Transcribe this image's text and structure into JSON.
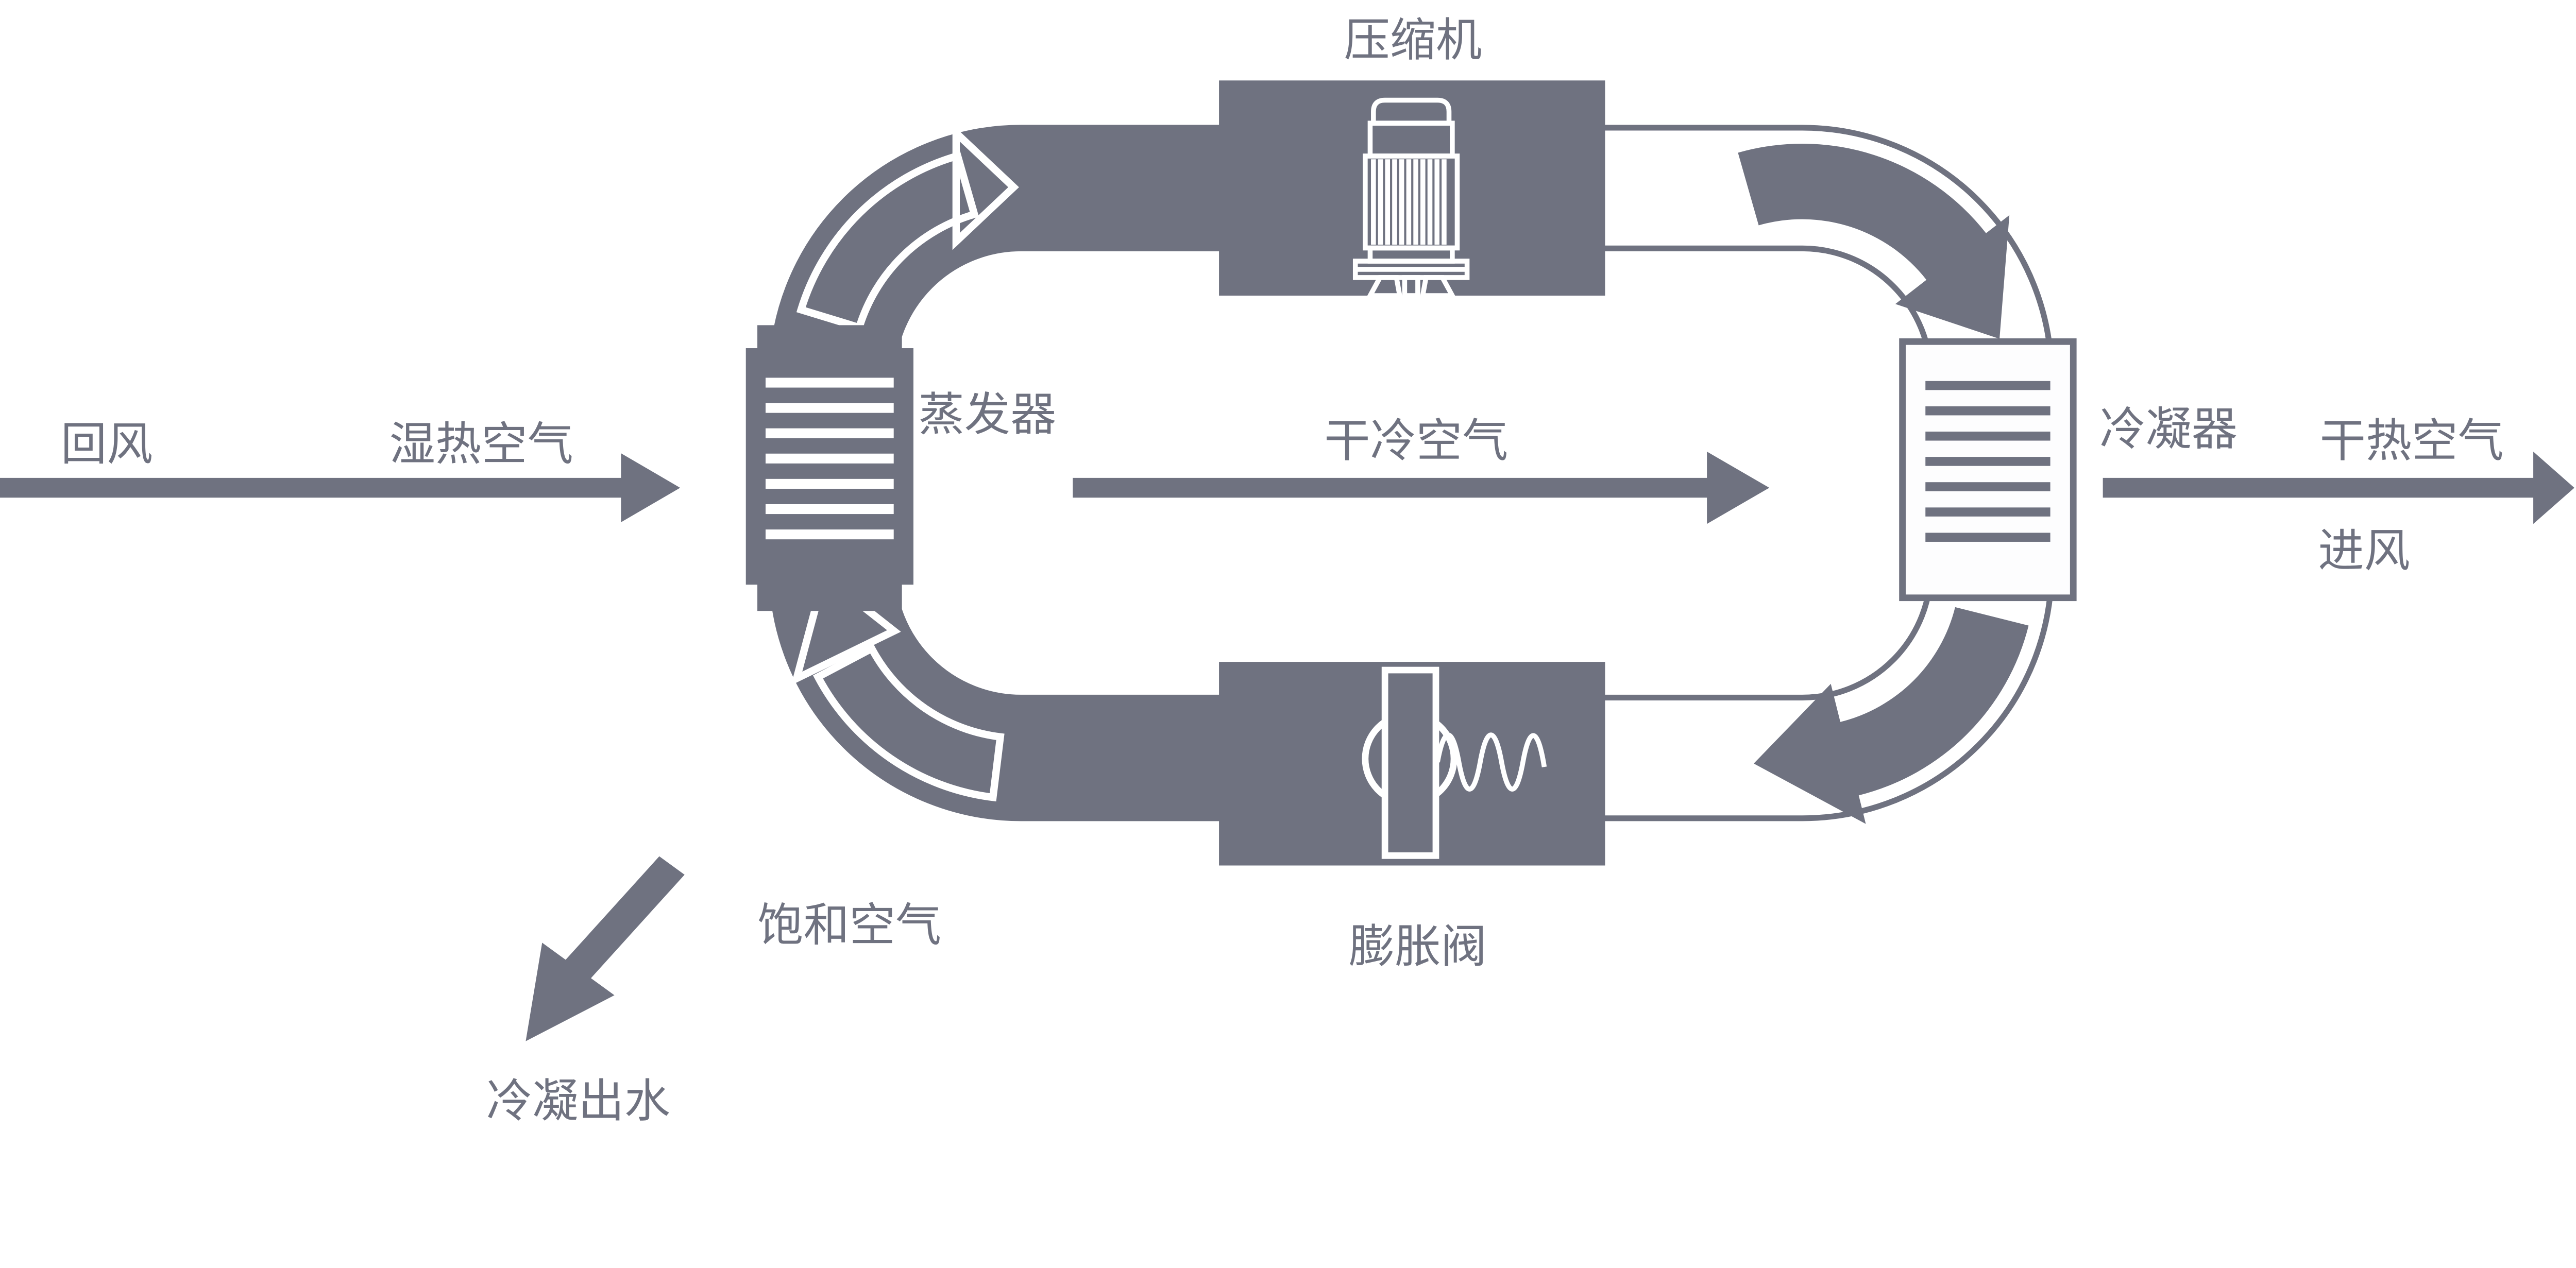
{
  "labels": {
    "compressor": "压缩机",
    "evaporator": "蒸发器",
    "condenser": "冷凝器",
    "expansion_valve": "膨胀阀",
    "return_air": "回风",
    "humid_hot_air": "湿热空气",
    "dry_cold_air": "干冷空气",
    "dry_hot_air": "干热空气",
    "inlet_air": "进风",
    "saturated_air": "饱和空气",
    "condensate_water": "冷凝出水"
  },
  "colors": {
    "primary": "#6f7280",
    "background": "#ffffff"
  }
}
